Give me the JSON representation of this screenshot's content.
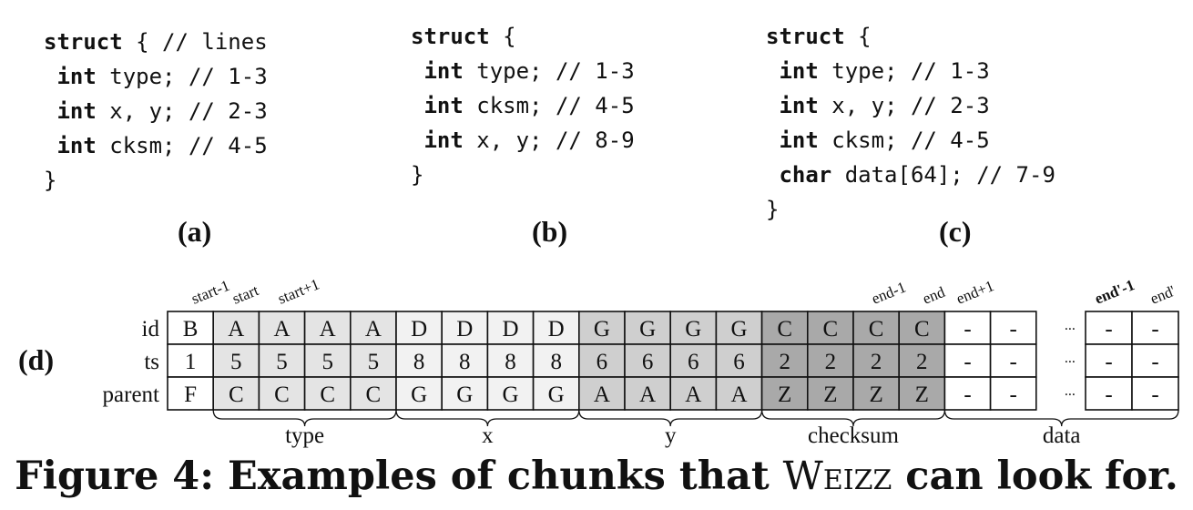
{
  "structs": [
    {
      "label": "(a)",
      "lines": [
        {
          "kw": "struct",
          "rest": " { // lines"
        },
        {
          "kw": " int",
          "rest": " type; // 1-3"
        },
        {
          "kw": " int",
          "rest": " x, y; // 2-3"
        },
        {
          "kw": " int",
          "rest": " cksm; // 4-5"
        },
        {
          "kw": "",
          "rest": "}"
        }
      ]
    },
    {
      "label": "(b)",
      "lines": [
        {
          "kw": "struct",
          "rest": " {"
        },
        {
          "kw": " int",
          "rest": " type; // 1-3"
        },
        {
          "kw": " int",
          "rest": " cksm; // 4-5"
        },
        {
          "kw": " int",
          "rest": " x, y; // 8-9"
        },
        {
          "kw": "",
          "rest": "}"
        }
      ]
    },
    {
      "label": "(c)",
      "lines": [
        {
          "kw": "struct",
          "rest": " {"
        },
        {
          "kw": " int",
          "rest": " type; // 1-3"
        },
        {
          "kw": " int",
          "rest": " x, y; // 2-3"
        },
        {
          "kw": " int",
          "rest": " cksm; // 4-5"
        },
        {
          "kw": " char",
          "rest": " data[64]; // 7-9"
        },
        {
          "kw": "",
          "rest": "}"
        }
      ]
    }
  ],
  "table": {
    "label": "(d)",
    "row_labels": [
      "id",
      "ts",
      "parent"
    ],
    "columns": [
      {
        "id": "B",
        "ts": "1",
        "parent": "F",
        "shade": "#ffffff"
      },
      {
        "id": "A",
        "ts": "5",
        "parent": "C",
        "shade": "#e4e4e4"
      },
      {
        "id": "A",
        "ts": "5",
        "parent": "C",
        "shade": "#e4e4e4"
      },
      {
        "id": "A",
        "ts": "5",
        "parent": "C",
        "shade": "#e4e4e4"
      },
      {
        "id": "A",
        "ts": "5",
        "parent": "C",
        "shade": "#e4e4e4"
      },
      {
        "id": "D",
        "ts": "8",
        "parent": "G",
        "shade": "#f2f2f2"
      },
      {
        "id": "D",
        "ts": "8",
        "parent": "G",
        "shade": "#f2f2f2"
      },
      {
        "id": "D",
        "ts": "8",
        "parent": "G",
        "shade": "#f2f2f2"
      },
      {
        "id": "D",
        "ts": "8",
        "parent": "G",
        "shade": "#f2f2f2"
      },
      {
        "id": "G",
        "ts": "6",
        "parent": "A",
        "shade": "#cfcfcf"
      },
      {
        "id": "G",
        "ts": "6",
        "parent": "A",
        "shade": "#cfcfcf"
      },
      {
        "id": "G",
        "ts": "6",
        "parent": "A",
        "shade": "#cfcfcf"
      },
      {
        "id": "G",
        "ts": "6",
        "parent": "A",
        "shade": "#cfcfcf"
      },
      {
        "id": "C",
        "ts": "2",
        "parent": "Z",
        "shade": "#a9a9a9"
      },
      {
        "id": "C",
        "ts": "2",
        "parent": "Z",
        "shade": "#a9a9a9"
      },
      {
        "id": "C",
        "ts": "2",
        "parent": "Z",
        "shade": "#a9a9a9"
      },
      {
        "id": "C",
        "ts": "2",
        "parent": "Z",
        "shade": "#a9a9a9"
      },
      {
        "id": "-",
        "ts": "-",
        "parent": "-",
        "shade": "#ffffff"
      },
      {
        "id": "-",
        "ts": "-",
        "parent": "-",
        "shade": "#ffffff"
      },
      {
        "id": "-",
        "ts": "-",
        "parent": "-",
        "shade": "#ffffff"
      },
      {
        "id": "-",
        "ts": "-",
        "parent": "-",
        "shade": "#ffffff"
      }
    ],
    "ellipsis": "...",
    "top_labels": [
      "start-1",
      "start",
      "start+1",
      "end-1",
      "end",
      "end+1",
      "end'-1",
      "end'"
    ],
    "groups": [
      "type",
      "x",
      "y",
      "checksum",
      "data"
    ]
  },
  "caption": {
    "prefix": "Figure 4: Examples of chunks that ",
    "name": "Weizz",
    "suffix": " can look for."
  }
}
